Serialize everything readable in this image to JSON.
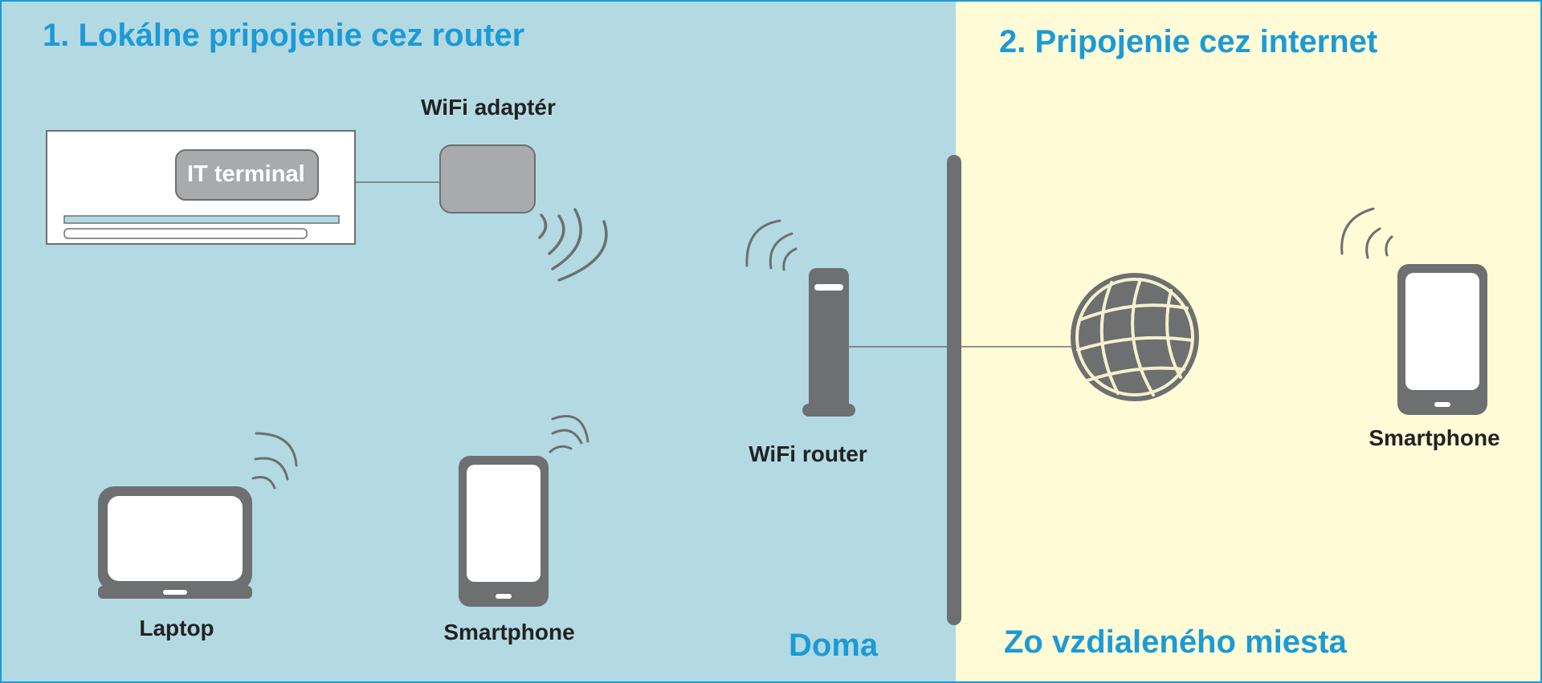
{
  "headings": {
    "local": "1. Lokálne pripojenie cez router",
    "internet": "2. Pripojenie cez internet",
    "home": "Doma",
    "remote": "Zo vzdialeného miesta"
  },
  "labels": {
    "wifi_adapter": "WiFi adaptér",
    "it_terminal": "IT terminal",
    "wifi_router": "WiFi router",
    "laptop": "Laptop",
    "smartphone_local": "Smartphone",
    "smartphone_remote": "Smartphone"
  },
  "colors": {
    "local_bg": "#b3dae3",
    "remote_bg": "#fefbd6",
    "heading": "#1d9ad6",
    "device": "#6d6f71",
    "adapter": "#a9aaac"
  },
  "icons": [
    "air-conditioner-icon",
    "wifi-adapter-icon",
    "wifi-router-icon",
    "globe-icon",
    "laptop-icon",
    "smartphone-icon",
    "signal-waves-icon"
  ]
}
